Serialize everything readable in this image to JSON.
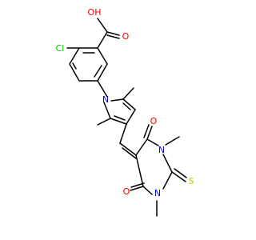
{
  "molecule": {
    "colors": {
      "bond": "#000000",
      "oxygen": "#ff0000",
      "nitrogen": "#0000ff",
      "chlorine": "#00c000",
      "sulfur": "#c8c800",
      "background": "#ffffff"
    },
    "labels": {
      "oh": "OH",
      "o_carbonyl_acid": "O",
      "cl": "Cl",
      "n_pyrrole": "N",
      "o_upper": "O",
      "o_lower": "O",
      "n_upper": "N",
      "n_lower": "N",
      "s": "S"
    }
  }
}
